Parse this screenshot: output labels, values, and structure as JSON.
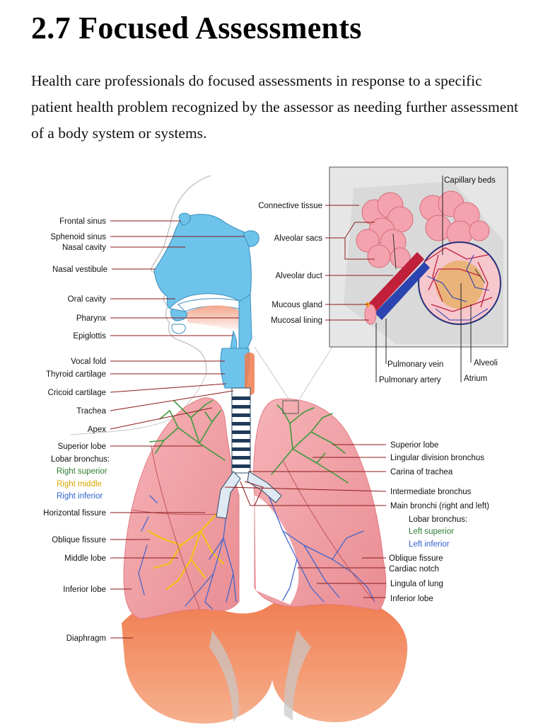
{
  "document": {
    "title": "2.7 Focused Assessments",
    "intro": "Health care professionals do focused assessments in response to a specific patient health problem recognized by the assessor as needing further assessment of a body system or systems."
  },
  "figure": {
    "left_labels": {
      "frontal_sinus": "Frontal sinus",
      "sphenoid_sinus": "Sphenoid sinus",
      "nasal_cavity": "Nasal cavity",
      "nasal_vestibule": "Nasal vestibule",
      "oral_cavity": "Oral cavity",
      "pharynx": "Pharynx",
      "epiglottis": "Epiglottis",
      "vocal_fold": "Vocal fold",
      "thyroid_cartilage": "Thyroid cartilage",
      "cricoid_cartilage": "Cricoid cartilage",
      "trachea": "Trachea",
      "apex": "Apex",
      "superior_lobe": "Superior lobe",
      "lobar_bronchus": "Lobar bronchus:",
      "right_superior": "Right superior",
      "right_middle": "Right middle",
      "right_inferior": "Right inferior",
      "horizontal_fissure": "Horizontal fissure",
      "oblique_fissure": "Oblique fissure",
      "middle_lobe": "Middle lobe",
      "inferior_lobe": "Inferior lobe",
      "diaphragm": "Diaphragm"
    },
    "inset_labels": {
      "capillary_beds": "Capillary beds",
      "connective_tissue": "Connective tissue",
      "alveolar_sacs": "Alveolar sacs",
      "alveolar_duct": "Alveolar duct",
      "mucous_gland": "Mucous gland",
      "mucosal_lining": "Mucosal lining",
      "pulmonary_vein": "Pulmonary vein",
      "pulmonary_artery": "Pulmonary artery",
      "alveoli": "Alveoli",
      "atrium": "Atrium"
    },
    "right_labels": {
      "superior_lobe": "Superior lobe",
      "lingular_division_bronchus": "Lingular division bronchus",
      "carina_of_trachea": "Carina of trachea",
      "intermediate_bronchus": "Intermediate bronchus",
      "main_bronchi": "Main bronchi (right and left)",
      "lobar_bronchus": "Lobar bronchus:",
      "left_superior": "Left superior",
      "left_inferior": "Left inferior",
      "oblique_fissure": "Oblique fissure",
      "cardiac_notch": "Cardiac notch",
      "lingula_of_lung": "Lingula of lung",
      "inferior_lobe": "Inferior lobe"
    }
  },
  "colors": {
    "airway_blue": "#6ec3ea",
    "lung_pink": "#f0a3a8",
    "diaphragm_orange": "#f08a5d",
    "bronchus_green": "#3f9a3f",
    "bronchus_gold": "#f2c21a",
    "bronchus_blue": "#4466cc",
    "leader_line": "#8b1a1a"
  }
}
